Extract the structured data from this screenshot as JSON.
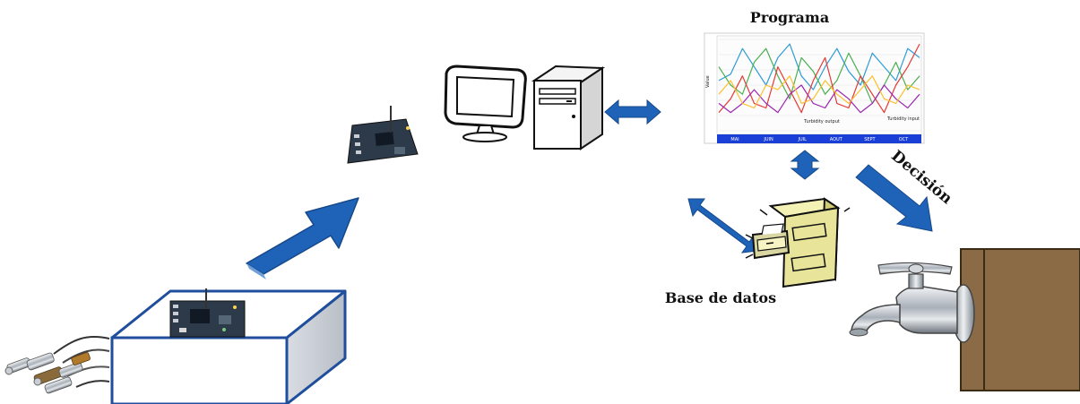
{
  "labels": {
    "program": "Programa",
    "database": "Base de datos",
    "decision": "Decisión"
  },
  "chart_data": {
    "type": "line",
    "title": "",
    "ylabel": "Value",
    "x_tick_labels": [
      "MAI",
      "JUIN",
      "JUIL",
      "AOUT",
      "SEPT",
      "OCT"
    ],
    "annotations": [
      "Turbidity output",
      "Turbidity input"
    ],
    "series": [
      {
        "color": "#2e9bd6",
        "values": [
          0.55,
          0.62,
          0.9,
          0.7,
          0.5,
          0.8,
          0.95,
          0.6,
          0.45,
          0.7,
          0.9,
          0.65,
          0.5,
          0.85,
          0.7,
          0.55,
          0.9,
          0.8
        ]
      },
      {
        "color": "#4caf50",
        "values": [
          0.7,
          0.5,
          0.4,
          0.75,
          0.9,
          0.6,
          0.35,
          0.8,
          0.65,
          0.4,
          0.55,
          0.85,
          0.6,
          0.3,
          0.5,
          0.75,
          0.45,
          0.6
        ]
      },
      {
        "color": "#e53935",
        "values": [
          0.2,
          0.35,
          0.6,
          0.3,
          0.25,
          0.7,
          0.45,
          0.2,
          0.55,
          0.8,
          0.3,
          0.25,
          0.6,
          0.4,
          0.2,
          0.5,
          0.7,
          0.95
        ]
      },
      {
        "color": "#9c27b0",
        "values": [
          0.3,
          0.2,
          0.3,
          0.45,
          0.3,
          0.2,
          0.4,
          0.5,
          0.3,
          0.25,
          0.45,
          0.35,
          0.2,
          0.3,
          0.5,
          0.35,
          0.25,
          0.4
        ]
      },
      {
        "color": "#fbc02d",
        "values": [
          0.4,
          0.55,
          0.3,
          0.25,
          0.5,
          0.45,
          0.6,
          0.3,
          0.35,
          0.55,
          0.4,
          0.3,
          0.45,
          0.6,
          0.35,
          0.3,
          0.5,
          0.45
        ]
      }
    ]
  },
  "colors": {
    "arrow": "#1f63b8",
    "box_stroke": "#1f4e9c",
    "board": "#2c3a4a",
    "tap_wall": "#8b6b45",
    "db_cabinet": "#e8e59a",
    "chart_band": "#1a3fd6"
  },
  "icons": {
    "sensors": "sensor-cluster-icon",
    "box": "enclosure-box-icon",
    "board_in_box": "circuit-board-icon",
    "board_wireless": "wireless-board-icon",
    "computer": "desktop-computer-icon",
    "database": "file-cabinet-icon",
    "faucet": "water-faucet-icon"
  }
}
